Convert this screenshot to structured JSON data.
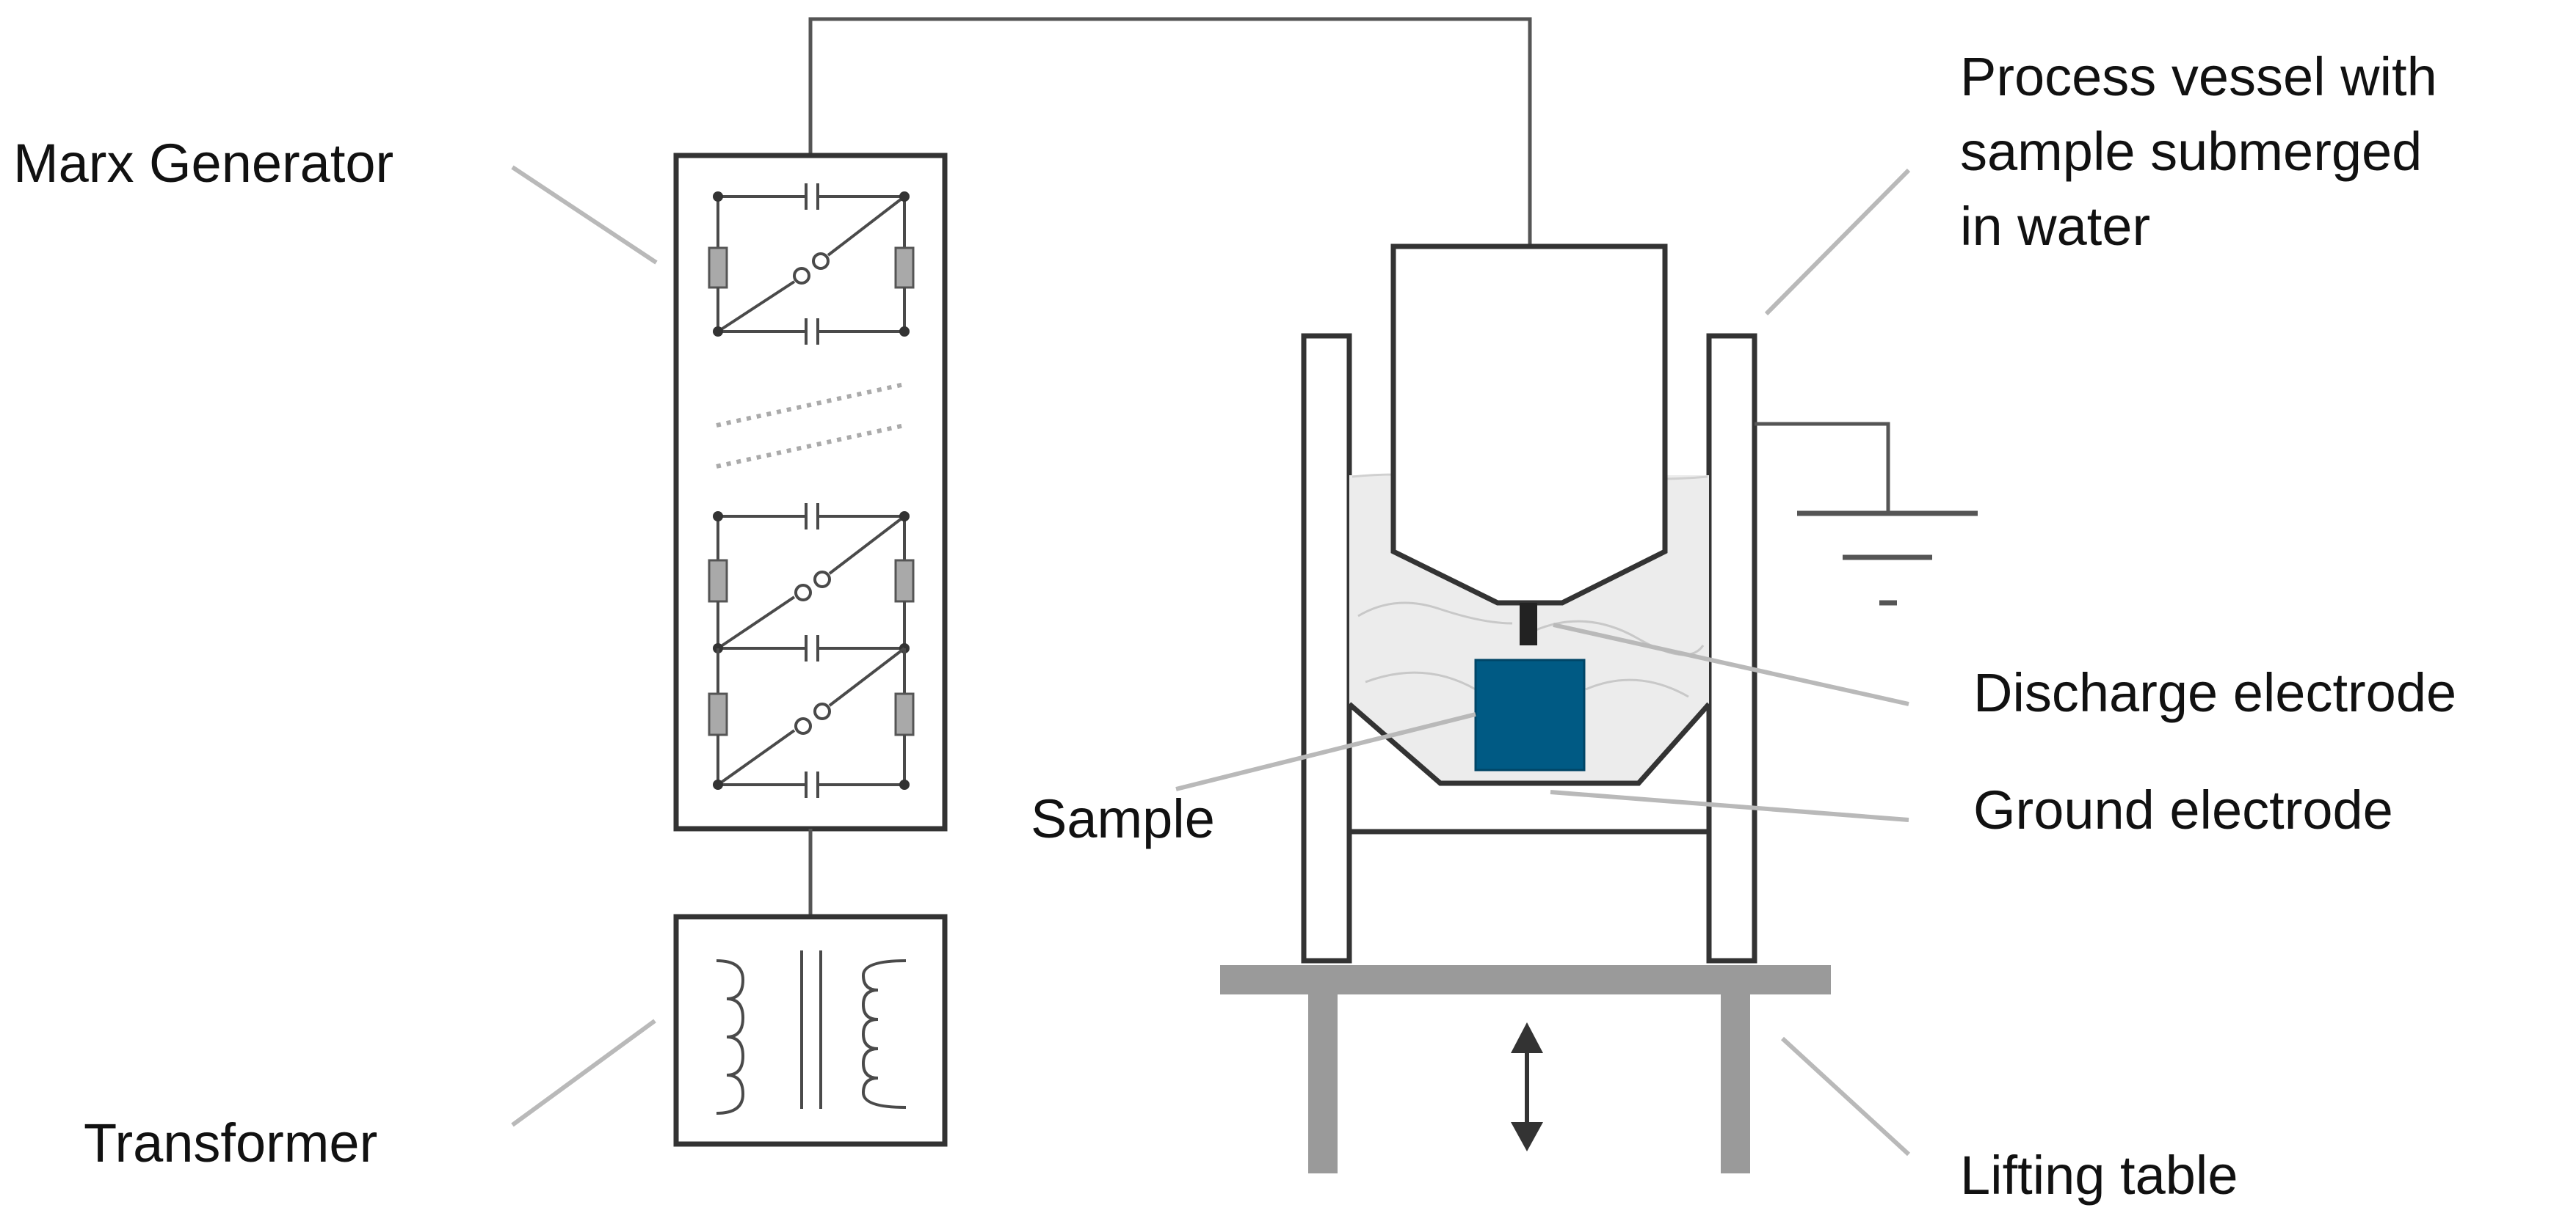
{
  "labels": {
    "marx_generator": "Marx Generator",
    "transformer": "Transformer",
    "process_vessel": [
      "Process vessel with",
      "sample submerged",
      "in water"
    ],
    "discharge_electrode": "Discharge electrode",
    "ground_electrode": "Ground electrode",
    "sample": "Sample",
    "lifting_table": "Lifting table"
  },
  "colors": {
    "sample": "#005a84",
    "water": "#ececec",
    "table": "#9a9a9a"
  }
}
